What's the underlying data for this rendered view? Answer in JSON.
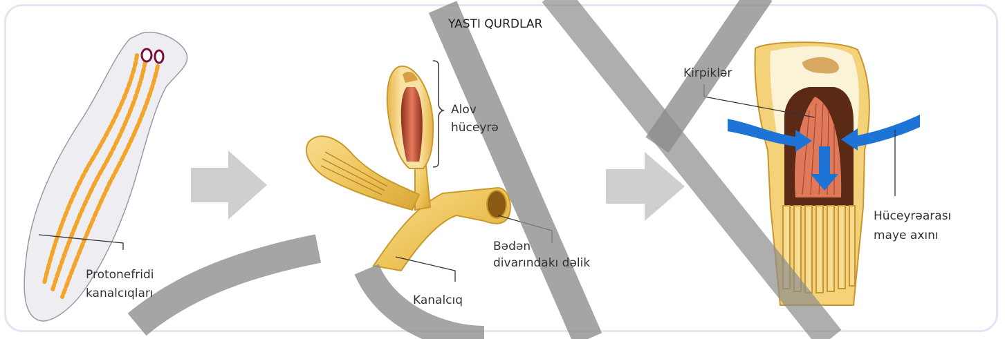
{
  "title": "YASTI QURDLAR",
  "labels": {
    "protonephridia_line1": "Protonefridi",
    "protonephridia_line2": "kanalcıqları",
    "flame_cell_line1": "Alov",
    "flame_cell_line2": "hüceyrə",
    "body_pore_line1": "Bədən",
    "body_pore_line2": "divarındakı dəlik",
    "tubule": "Kanalcıq",
    "cilia": "Kirpiklər",
    "fluid_flow_line1": "Hüceyrəarası",
    "fluid_flow_line2": "maye axını"
  },
  "colors": {
    "frame_border": "#e4e4f2",
    "flatworm_body": "#ededf2",
    "protonephridia": "#f2a52a",
    "tubule_yellow": "#f3cc6a",
    "flame_red": "#d85b3a",
    "fluid_arrow": "#1e74d6",
    "step_arrow": "#cfcfcf",
    "watermark": "#9a9a9a"
  },
  "icons": {
    "step_arrows": "chevron-right-arrow",
    "flow_arrows": "fluid-flow-arrow"
  }
}
